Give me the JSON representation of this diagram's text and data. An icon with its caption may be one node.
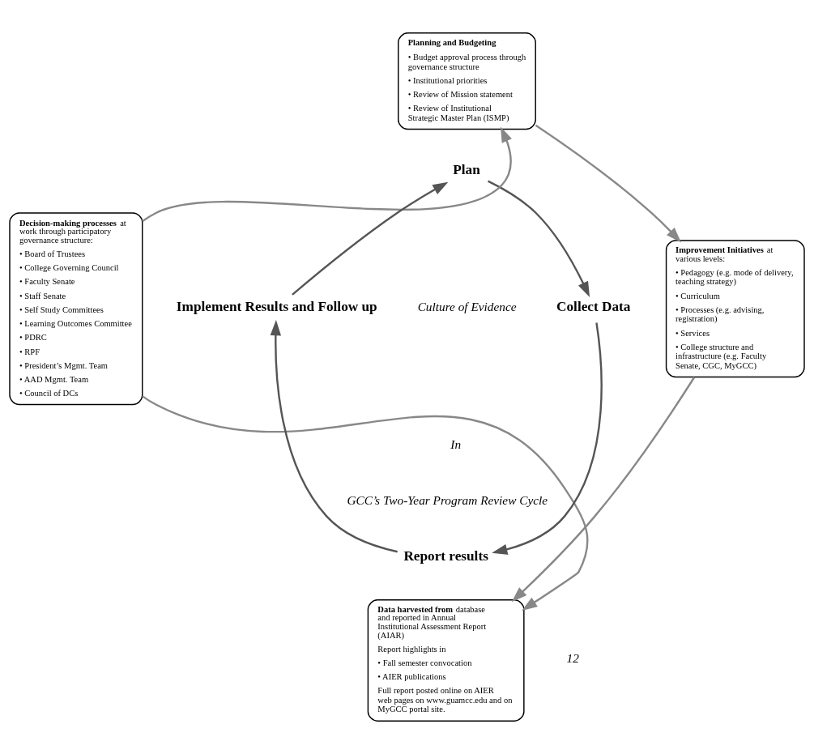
{
  "diagram": {
    "nodes": [
      {
        "text": [
          "**Planning and Budgeting**",
          "• Budget approval process through governance structure",
          "• Institutional priorities",
          "• Review of Mission statement",
          "• Review of Institutional Strategic Master Plan (ISMP)"
        ]
      },
      {
        "text": [
          "Plan"
        ]
      },
      {
        "text": [
          "**Decision-making processes** at work through participatory governance structure:",
          "• Board of Trustees",
          "• College Governing Council",
          "• Faculty Senate",
          "• Staff Senate",
          "• Self Study Committees",
          "• Learning Outcomes Committee",
          "• PDRC",
          "• RPF",
          "• President’s Mgmt. Team",
          "• AAD Mgmt. Team",
          "• Council of DCs"
        ]
      },
      {
        "text": [
          "Implement Results and Follow up"
        ]
      },
      {
        "text": [
          "Collect Data"
        ]
      },
      {
        "text": [
          "**Improvement Initiatives** at various levels:",
          "• Pedagogy (e.g. mode of delivery, teaching strategy)",
          "• Curriculum",
          "• Processes (e.g. advising, registration)",
          "• Services",
          "• College structure and infrastructure (e.g. Faculty Senate, CGC, MyGCC)"
        ]
      },
      {
        "text": [
          "Report results"
        ]
      },
      {
        "text": [
          "**Data harvested from** database and reported in Annual Institutional Assessment Report (AIAR)",
          "Report highlights in",
          "• Fall semester convocation",
          "• AIER publications",
          "Full report posted online on AIER web pages on www.guamcc.edu and on MyGCC portal site."
        ]
      }
    ],
    "edges": [
      {
        "from": 1,
        "to": 4,
        "arrow": "to"
      },
      {
        "from": 4,
        "to": 6,
        "arrow": "to"
      },
      {
        "from": 6,
        "to": 3,
        "arrow": "to"
      },
      {
        "from": 3,
        "to": 1,
        "arrow": "to"
      },
      {
        "from": 2,
        "to": 0,
        "arrow": "to"
      },
      {
        "from": 0,
        "to": 5,
        "arrow": "to"
      },
      {
        "from": 5,
        "to": 7,
        "arrow": "to"
      },
      {
        "from": 2,
        "to": 7,
        "arrow": "to"
      }
    ],
    "labels": [
      "Culture of Evidence",
      "In",
      "GCC’s Two-Year Program Review Cycle",
      "12"
    ]
  }
}
